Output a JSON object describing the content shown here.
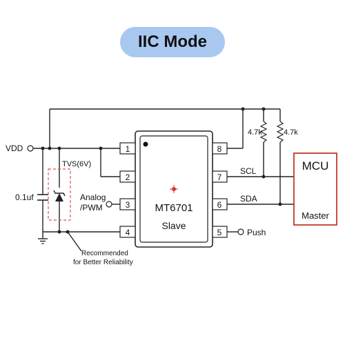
{
  "title": "IIC Mode",
  "chip": {
    "name": "MT6701",
    "role": "Slave"
  },
  "pins": [
    "1",
    "2",
    "3",
    "4",
    "5",
    "6",
    "7",
    "8"
  ],
  "labels": {
    "vdd": "VDD",
    "tvs": "TVS(6V)",
    "cap": "0.1uf",
    "analog_line1": "Analog",
    "analog_line2": "/PWM",
    "push": "Push",
    "scl": "SCL",
    "sda": "SDA",
    "r1": "4.7k",
    "r2": "4.7k",
    "note_line1": "Recommended",
    "note_line2": "for Better Reliability"
  },
  "mcu": {
    "title": "MCU",
    "role": "Master"
  },
  "colors": {
    "pill": "#a9c8f0",
    "mcu_border": "#c0392b",
    "tvs_box": "#d9534f",
    "center_mark": "#e03030"
  }
}
